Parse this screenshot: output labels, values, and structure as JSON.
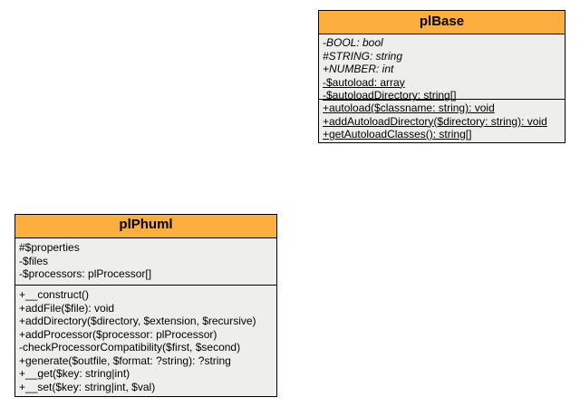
{
  "classes": {
    "plBase": {
      "name": "plBase",
      "attributes": [
        {
          "text": "-BOOL: bool",
          "style": "const"
        },
        {
          "text": "#STRING: string",
          "style": "const"
        },
        {
          "text": "+NUMBER: int",
          "style": "const"
        },
        {
          "text": "-$autoload: array",
          "style": "static"
        },
        {
          "text": "-$autoloadDirectory: string[]",
          "style": "static"
        }
      ],
      "operations": [
        {
          "text": "+autoload($classname: string): void",
          "style": "static"
        },
        {
          "text": "+addAutoloadDirectory($directory: string): void",
          "style": "static"
        },
        {
          "text": "+getAutoloadClasses(): string[]",
          "style": "static"
        }
      ]
    },
    "plPhuml": {
      "name": "plPhuml",
      "attributes": [
        {
          "text": "#$properties",
          "style": "normal"
        },
        {
          "text": "-$files",
          "style": "normal"
        },
        {
          "text": "-$processors: plProcessor[]",
          "style": "normal"
        }
      ],
      "operations": [
        {
          "text": "+__construct()",
          "style": "normal"
        },
        {
          "text": "+addFile($file): void",
          "style": "normal"
        },
        {
          "text": "+addDirectory($directory, $extension, $recursive)",
          "style": "normal"
        },
        {
          "text": "+addProcessor($processor: plProcessor)",
          "style": "normal"
        },
        {
          "text": "-checkProcessorCompatibility($first, $second)",
          "style": "normal"
        },
        {
          "text": "+generate($outfile, $format: ?string): ?string",
          "style": "normal"
        },
        {
          "text": "+__get($key: string|int)",
          "style": "normal"
        },
        {
          "text": "+__set($key: string|int, $val)",
          "style": "normal"
        }
      ]
    }
  },
  "colors": {
    "header": "#fcaf3e",
    "body": "#eeeeec",
    "border": "#000000"
  }
}
